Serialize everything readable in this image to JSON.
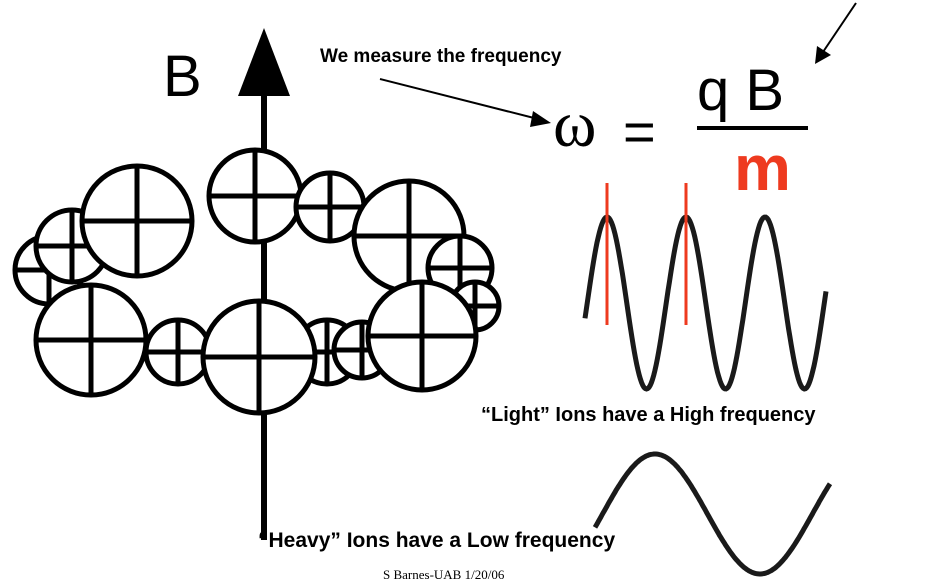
{
  "diagram": {
    "axis_label": "B",
    "measure_caption": "We measure the frequency",
    "formula": {
      "lhs": "ω",
      "equals": "=",
      "numerator": "q B",
      "denominator": "m"
    },
    "light_caption": "“Light” Ions have a High frequency",
    "heavy_caption": "“Heavy” Ions have a Low frequency",
    "footer": "S Barnes-UAB 1/20/06"
  },
  "colors": {
    "ink": "#000000",
    "accent": "#ee3a1f",
    "wave": "#1a1a1a"
  },
  "icons": {
    "ions": "circle-with-cross",
    "pointer": "arrow"
  }
}
